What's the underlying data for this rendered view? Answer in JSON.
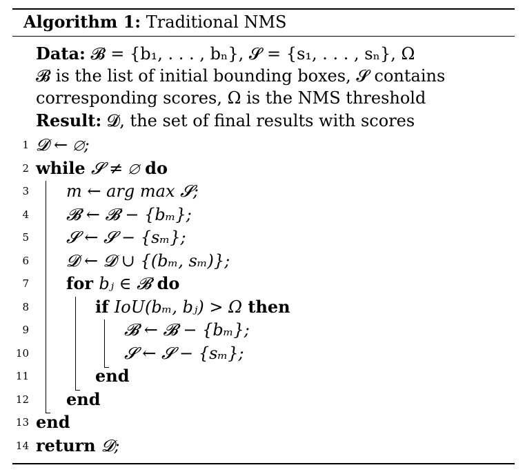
{
  "title": {
    "label": "Algorithm 1:",
    "name": "Traditional NMS"
  },
  "data_line": {
    "label": "Data:",
    "text": "𝓑 = {b₁, . . . , bₙ}, 𝓢 = {s₁, . . . , sₙ}, Ω"
  },
  "desc_1": "𝓑 is the list of initial bounding boxes, 𝓢 contains",
  "desc_2": "corresponding scores, Ω is the NMS threshold",
  "result_line": {
    "label": "Result:",
    "text": "𝓓, the set of final results with scores"
  },
  "lines": [
    {
      "num": "1",
      "kw1": "",
      "expr": "𝓓 ← ∅;",
      "kw2": ""
    },
    {
      "num": "2",
      "kw1": "while",
      "expr": "𝓢 ≠ ∅",
      "kw2": "do"
    },
    {
      "num": "3",
      "kw1": "",
      "expr": "m ← arg max 𝓢;",
      "kw2": ""
    },
    {
      "num": "4",
      "kw1": "",
      "expr": "𝓑 ← 𝓑 − {bₘ};",
      "kw2": ""
    },
    {
      "num": "5",
      "kw1": "",
      "expr": "𝓢 ← 𝓢 − {sₘ};",
      "kw2": ""
    },
    {
      "num": "6",
      "kw1": "",
      "expr": "𝓓 ← 𝓓 ∪ {(bₘ, sₘ)};",
      "kw2": ""
    },
    {
      "num": "7",
      "kw1": "for",
      "expr": "bⱼ ∈ 𝓑",
      "kw2": "do"
    },
    {
      "num": "8",
      "kw1": "if",
      "expr": "IoU(bₘ, bⱼ) > Ω",
      "kw2": "then"
    },
    {
      "num": "9",
      "kw1": "",
      "expr": "𝓑 ← 𝓑 − {bₘ};",
      "kw2": ""
    },
    {
      "num": "10",
      "kw1": "",
      "expr": "𝓢 ← 𝓢 − {sₘ};",
      "kw2": ""
    },
    {
      "num": "11",
      "kw1": "end",
      "expr": "",
      "kw2": ""
    },
    {
      "num": "12",
      "kw1": "end",
      "expr": "",
      "kw2": ""
    },
    {
      "num": "13",
      "kw1": "end",
      "expr": "",
      "kw2": ""
    },
    {
      "num": "14",
      "kw1": "return",
      "expr": "𝓓;",
      "kw2": ""
    }
  ]
}
